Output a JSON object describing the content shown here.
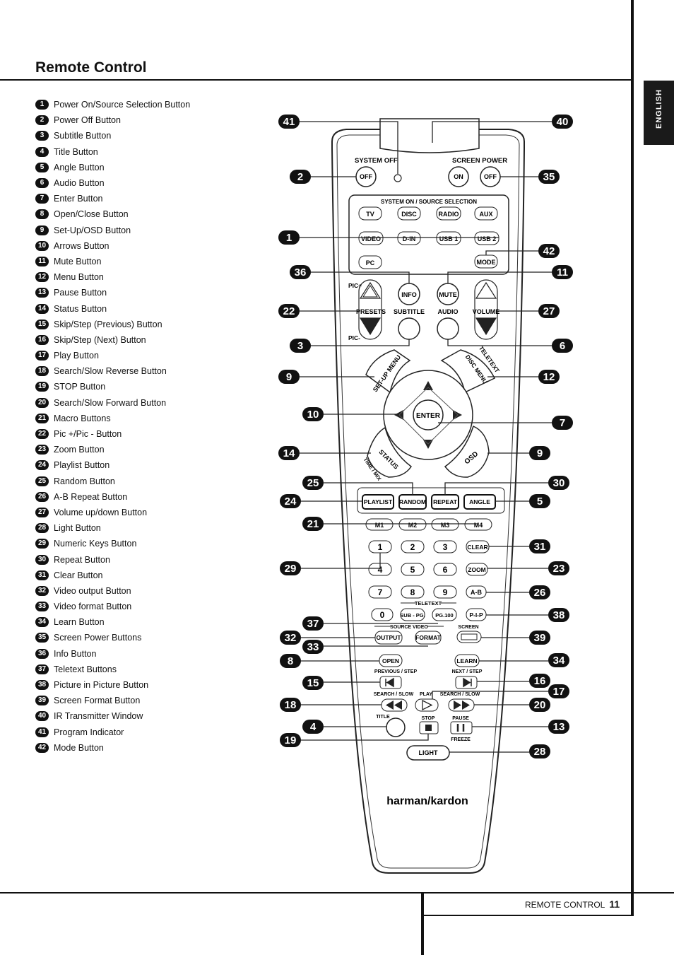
{
  "page_title": "Remote Control",
  "language_tab": "ENGLISH",
  "footer": {
    "section": "REMOTE CONTROL",
    "page": "11"
  },
  "legend": [
    {
      "n": "1",
      "label": "Power On/Source Selection Button"
    },
    {
      "n": "2",
      "label": "Power Off Button"
    },
    {
      "n": "3",
      "label": "Subtitle Button"
    },
    {
      "n": "4",
      "label": "Title Button"
    },
    {
      "n": "5",
      "label": "Angle Button"
    },
    {
      "n": "6",
      "label": "Audio Button"
    },
    {
      "n": "7",
      "label": "Enter Button"
    },
    {
      "n": "8",
      "label": "Open/Close Button"
    },
    {
      "n": "9",
      "label": "Set-Up/OSD Button"
    },
    {
      "n": "10",
      "label": "Arrows Button"
    },
    {
      "n": "11",
      "label": "Mute Button"
    },
    {
      "n": "12",
      "label": "Menu Button"
    },
    {
      "n": "13",
      "label": "Pause Button"
    },
    {
      "n": "14",
      "label": "Status Button"
    },
    {
      "n": "15",
      "label": "Skip/Step (Previous) Button"
    },
    {
      "n": "16",
      "label": "Skip/Step (Next) Button"
    },
    {
      "n": "17",
      "label": "Play Button"
    },
    {
      "n": "18",
      "label": "Search/Slow Reverse Button"
    },
    {
      "n": "19",
      "label": "STOP Button"
    },
    {
      "n": "20",
      "label": "Search/Slow Forward Button"
    },
    {
      "n": "21",
      "label": "Macro Buttons"
    },
    {
      "n": "22",
      "label": "Pic +/Pic - Button"
    },
    {
      "n": "23",
      "label": "Zoom Button"
    },
    {
      "n": "24",
      "label": "Playlist Button"
    },
    {
      "n": "25",
      "label": "Random Button"
    },
    {
      "n": "26",
      "label": "A-B Repeat Button"
    },
    {
      "n": "27",
      "label": "Volume up/down Button"
    },
    {
      "n": "28",
      "label": "Light Button"
    },
    {
      "n": "29",
      "label": "Numeric Keys Button"
    },
    {
      "n": "30",
      "label": "Repeat Button"
    },
    {
      "n": "31",
      "label": "Clear Button"
    },
    {
      "n": "32",
      "label": "Video output Button"
    },
    {
      "n": "33",
      "label": "Video format Button"
    },
    {
      "n": "34",
      "label": "Learn Button"
    },
    {
      "n": "35",
      "label": "Screen Power Buttons"
    },
    {
      "n": "36",
      "label": "Info Button"
    },
    {
      "n": "37",
      "label": "Teletext Buttons"
    },
    {
      "n": "38",
      "label": "Picture in Picture Button"
    },
    {
      "n": "39",
      "label": "Screen Format Button"
    },
    {
      "n": "40",
      "label": "IR Transmitter Window"
    },
    {
      "n": "41",
      "label": "Program Indicator"
    },
    {
      "n": "42",
      "label": "Mode Button"
    }
  ],
  "remote": {
    "system_off": "SYSTEM OFF",
    "screen_power": "SCREEN POWER",
    "off": "OFF",
    "on": "ON",
    "source_header": "SYSTEM ON / SOURCE SELECTION",
    "tv": "TV",
    "disc": "DISC",
    "radio": "RADIO",
    "aux": "AUX",
    "video": "VIDEO",
    "din": "D-IN",
    "usb1": "USB 1",
    "usb2": "USB 2",
    "pc": "PC",
    "mode": "MODE",
    "pic_plus": "PIC+",
    "pic_minus": "PIC-",
    "info": "INFO",
    "mute": "MUTE",
    "presets": "PRESETS",
    "subtitle": "SUBTITLE",
    "audio": "AUDIO",
    "volume": "VOLUME",
    "setup_menu": "SET-UP MENU",
    "teletext_arc": "TELETEXT",
    "disc_menu": "DISC MENU",
    "enter": "ENTER",
    "status": "STATUS",
    "time_mix": "TIME / MIX",
    "osd": "OSD",
    "playlist": "PLAYLIST",
    "random": "RANDOM",
    "repeat": "REPEAT",
    "angle": "ANGLE",
    "m1": "M1",
    "m2": "M2",
    "m3": "M3",
    "m4": "M4",
    "k1": "1",
    "k2": "2",
    "k3": "3",
    "clear": "CLEAR",
    "k4": "4",
    "k5": "5",
    "k6": "6",
    "zoom": "ZOOM",
    "k7": "7",
    "k8": "8",
    "k9": "9",
    "ab": "A-B",
    "teletext": "TELETEXT",
    "k0": "0",
    "sub_pg": "SUB - PG.",
    "pg100": "PG.100",
    "pip": "P-I-P",
    "source_video": "SOURCE VIDEO",
    "screen": "SCREEN",
    "output": "OUTPUT",
    "format": "FORMAT",
    "open": "OPEN",
    "learn": "LEARN",
    "prev_step": "PREVIOUS / STEP",
    "next_step": "NEXT / STEP",
    "search_slow_l": "SEARCH / SLOW",
    "play": "PLAY",
    "search_slow_r": "SEARCH / SLOW",
    "title": "TITLE",
    "stop": "STOP",
    "pause": "PAUSE",
    "freeze": "FREEZE",
    "light": "LIGHT",
    "brand": "harman/kardon"
  },
  "callouts": [
    {
      "n": "41"
    },
    {
      "n": "40"
    },
    {
      "n": "2"
    },
    {
      "n": "35"
    },
    {
      "n": "1"
    },
    {
      "n": "42"
    },
    {
      "n": "36"
    },
    {
      "n": "11"
    },
    {
      "n": "22"
    },
    {
      "n": "27"
    },
    {
      "n": "3"
    },
    {
      "n": "6"
    },
    {
      "n": "9"
    },
    {
      "n": "12"
    },
    {
      "n": "10"
    },
    {
      "n": "7"
    },
    {
      "n": "14"
    },
    {
      "n": "9"
    },
    {
      "n": "25"
    },
    {
      "n": "30"
    },
    {
      "n": "24"
    },
    {
      "n": "5"
    },
    {
      "n": "21"
    },
    {
      "n": "31"
    },
    {
      "n": "29"
    },
    {
      "n": "23"
    },
    {
      "n": "26"
    },
    {
      "n": "38"
    },
    {
      "n": "37"
    },
    {
      "n": "32"
    },
    {
      "n": "39"
    },
    {
      "n": "33"
    },
    {
      "n": "8"
    },
    {
      "n": "34"
    },
    {
      "n": "16"
    },
    {
      "n": "15"
    },
    {
      "n": "17"
    },
    {
      "n": "18"
    },
    {
      "n": "20"
    },
    {
      "n": "4"
    },
    {
      "n": "13"
    },
    {
      "n": "19"
    },
    {
      "n": "28"
    }
  ]
}
